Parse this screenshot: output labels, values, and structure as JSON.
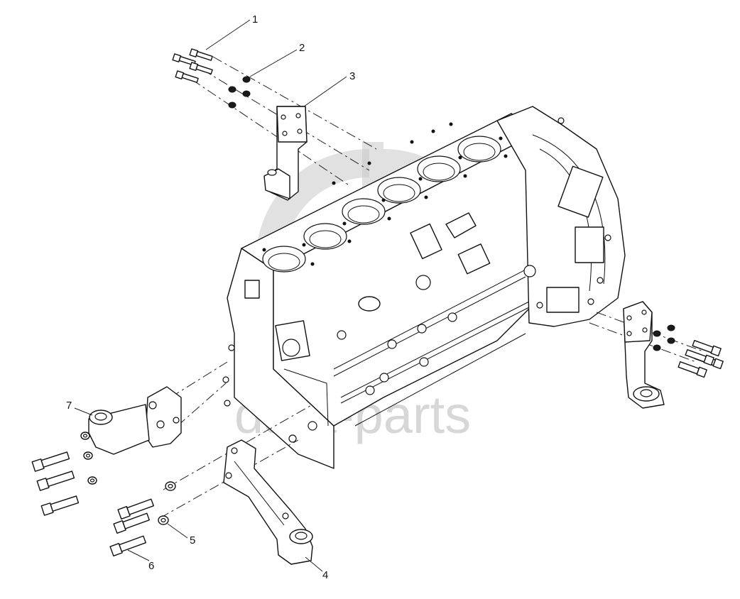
{
  "diagram": {
    "type": "exploded-parts-view",
    "subject": "engine-block-with-mounting-brackets",
    "callouts": [
      {
        "id": 1,
        "label": "1"
      },
      {
        "id": 2,
        "label": "2"
      },
      {
        "id": 3,
        "label": "3"
      },
      {
        "id": 4,
        "label": "4"
      },
      {
        "id": 5,
        "label": "5"
      },
      {
        "id": 6,
        "label": "6"
      },
      {
        "id": 7,
        "label": "7"
      }
    ],
    "watermark": {
      "text": "data-parts"
    },
    "colors": {
      "line": "#111111",
      "watermark": "#c9c9c9",
      "background": "#ffffff"
    }
  }
}
